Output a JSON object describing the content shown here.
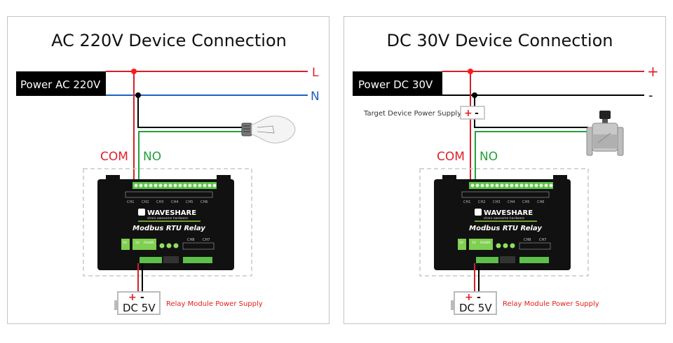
{
  "colors": {
    "live": "#e0202a",
    "neutral": "#1f5fc0",
    "black_wire": "#000000",
    "no_wire": "#22a03a",
    "com_label": "#e0202a",
    "no_label": "#22a03a",
    "supply_label": "#e01e1e"
  },
  "panels": [
    {
      "id": "ac",
      "title": "AC 220V Device Connection",
      "power_label": "Power AC 220V",
      "line_top_label": "L",
      "line_bottom_label": "N",
      "com_label": "COM",
      "no_label": "NO",
      "load": "light-bulb",
      "module": {
        "brand": "WAVESHARE",
        "tagline": "share awesome hardware",
        "model": "Modbus RTU Relay",
        "channel_labels_top": [
          "CH1",
          "CH2",
          "CH3",
          "CH4",
          "CH5",
          "CH6"
        ],
        "channel_labels_bottom": [
          "CH8",
          "CH7"
        ],
        "port_labels": [
          "5V",
          "5V",
          "RS485"
        ]
      },
      "relay_supply": {
        "plus": "+",
        "minus": "-",
        "voltage": "DC 5V",
        "caption": "Relay Module Power Supply"
      }
    },
    {
      "id": "dc",
      "title": "DC 30V Device Connection",
      "power_label": "Power DC 30V",
      "line_top_label": "+",
      "line_bottom_label": "-",
      "com_label": "COM",
      "no_label": "NO",
      "load": "solenoid-valve",
      "target_supply": {
        "caption": "Target Device Power Supply",
        "plus": "+",
        "minus": "-"
      },
      "module": {
        "brand": "WAVESHARE",
        "tagline": "share awesome hardware",
        "model": "Modbus RTU Relay",
        "channel_labels_top": [
          "CH1",
          "CH2",
          "CH3",
          "CH4",
          "CH5",
          "CH6"
        ],
        "channel_labels_bottom": [
          "CH8",
          "CH7"
        ],
        "port_labels": [
          "5V",
          "5V",
          "RS485"
        ]
      },
      "relay_supply": {
        "plus": "+",
        "minus": "-",
        "voltage": "DC 5V",
        "caption": "Relay Module Power Supply"
      }
    }
  ]
}
